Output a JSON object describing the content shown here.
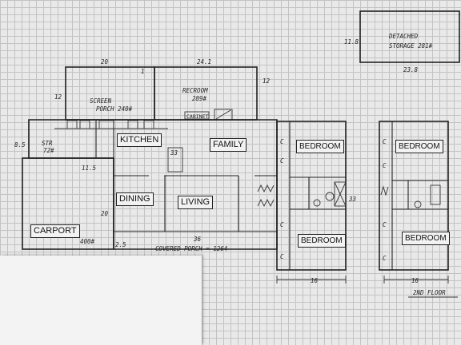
{
  "rooms": {
    "kitchen": "KITCHEN",
    "family": "FAMILY",
    "dining": "DINING",
    "living": "LIVING",
    "carport": "CARPORT",
    "bedroom_upper": "BEDROOM",
    "bedroom_lower": "BEDROOM",
    "floor2_bedroom_upper": "BEDROOM",
    "floor2_bedroom_lower": "BEDROOM"
  },
  "notes": {
    "screen_porch": "SCREEN",
    "screen_porch_area": "PORCH 240#",
    "recroom": "RECROOM",
    "recroom_area": "289#",
    "cabinet": "CABINET",
    "storage": "STR",
    "storage_area": "72#",
    "carport_area": "400#",
    "covered_porch": "COVERED PORCH = 1264",
    "detached_storage": "DETACHED",
    "detached_storage_area": "STORAGE 281#",
    "second_floor": "2ND FLOOR"
  },
  "dimensions": {
    "porch_width": "20",
    "recroom_width": "24.1",
    "porch_depth": "12",
    "recroom_depth": "12",
    "storage_depth": "8.5",
    "storage_width": "11.5",
    "carport_depth": "20",
    "porch_offset": "2.5",
    "living_width": "36",
    "bedroom_depth": "33",
    "bedroom_width": "16",
    "floor2_width": "16",
    "detached_depth": "11.8",
    "detached_width": "23.8"
  },
  "marks": {
    "closet": "C",
    "stair_mark": "33",
    "one": "1"
  }
}
